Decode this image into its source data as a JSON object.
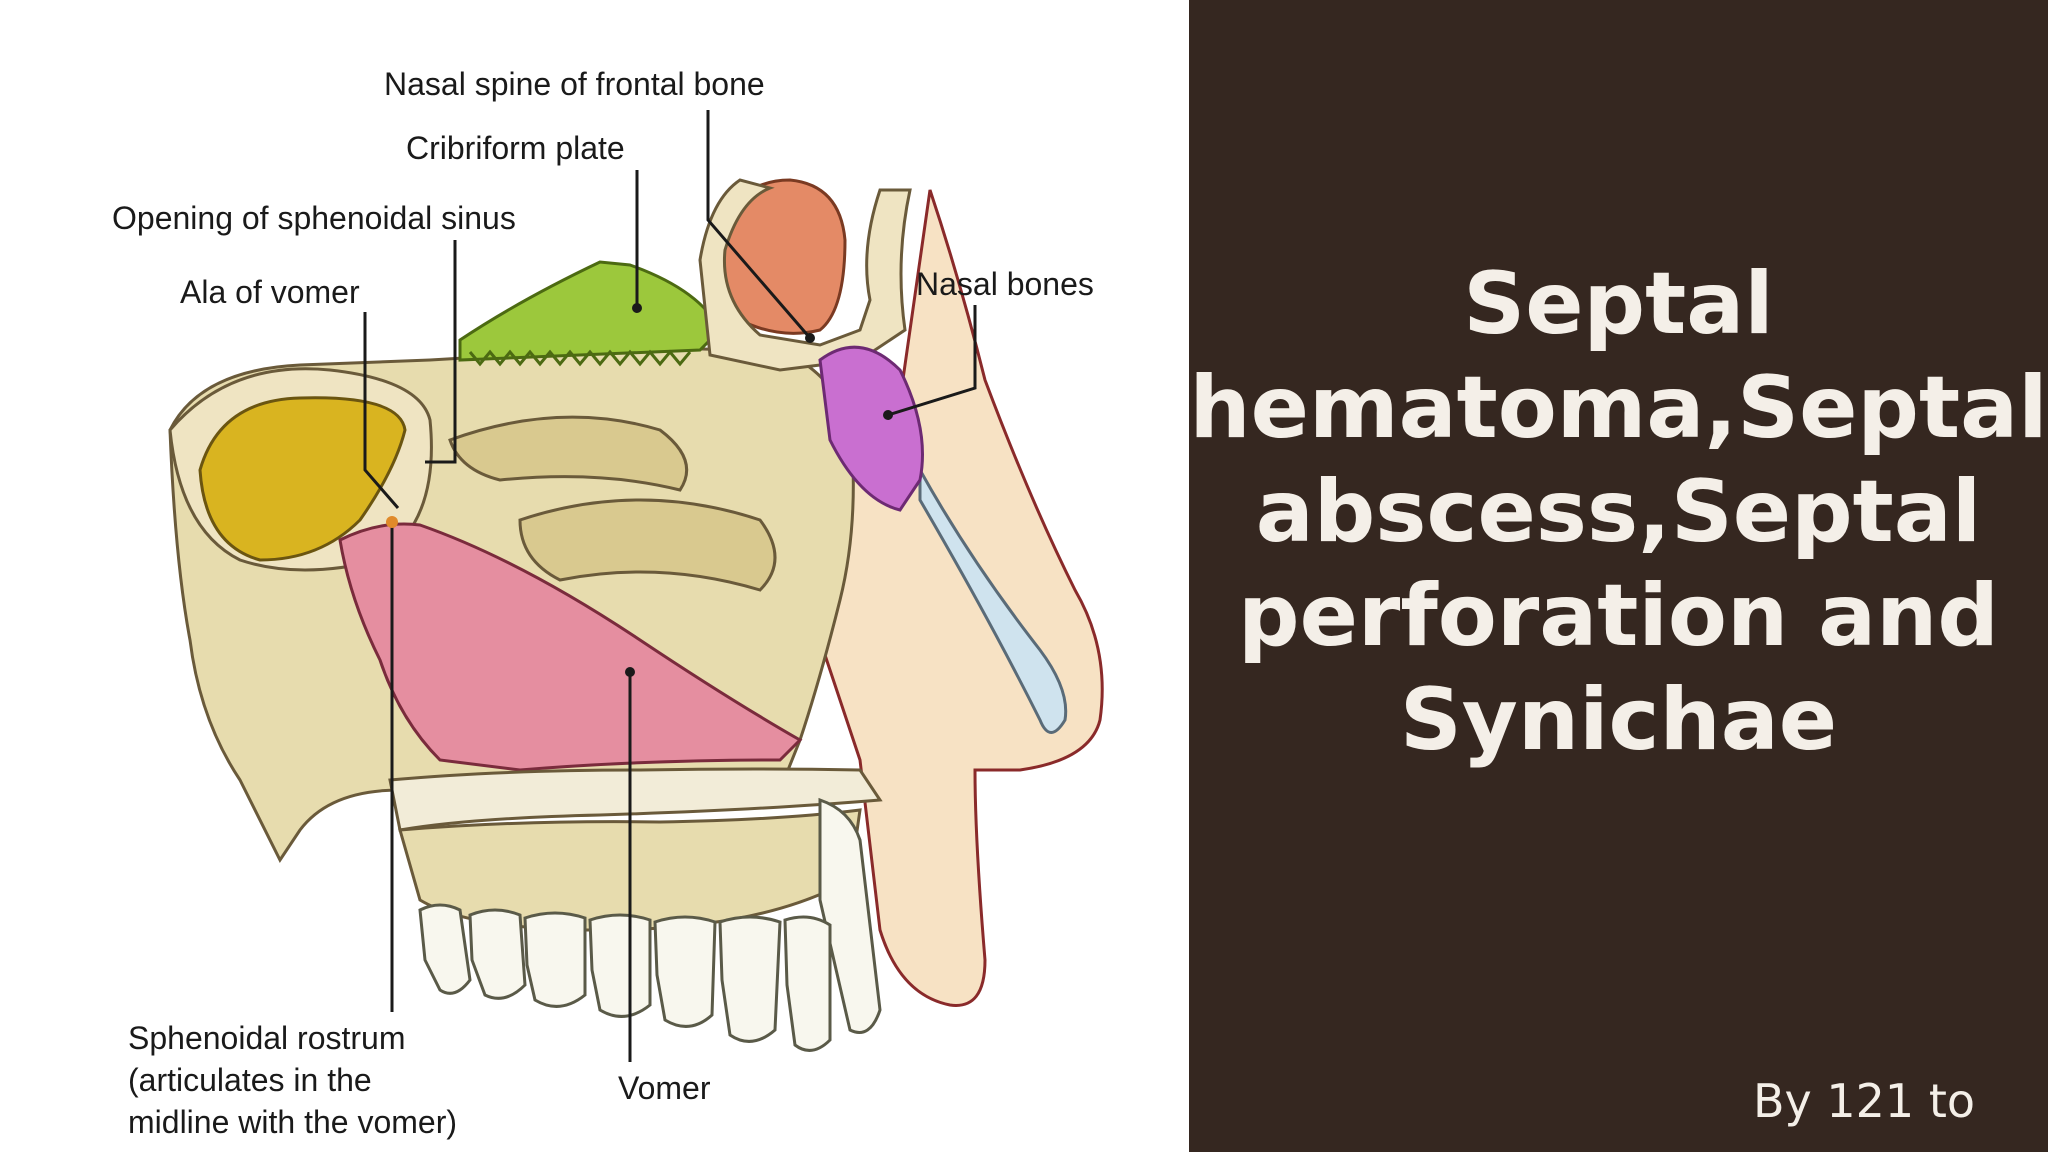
{
  "slide": {
    "title_lines": [
      "Septal",
      "hematoma,Septal",
      "abscess,Septal",
      "perforation and",
      "Synichae"
    ],
    "byline": "By 121 to"
  },
  "figure": {
    "labels": {
      "nasal_spine": "Nasal spine of frontal bone",
      "cribriform": "Cribriform plate",
      "sphenoidal_opening": "Opening of sphenoidal sinus",
      "ala_vomer": "Ala of vomer",
      "nasal_bones": "Nasal bones",
      "sphenoidal_rostrum": [
        "Sphenoidal rostrum",
        "(articulates in the",
        "midline with the vomer)"
      ],
      "vomer": "Vomer"
    }
  },
  "colors": {
    "title_background": "#352720",
    "title_text": "#f4efe8",
    "vomer_pink": "#e58ea0",
    "sinus_yellow": "#d9b420",
    "cribriform_green": "#9cc83c",
    "nasal_bone_violet": "#c96fd0",
    "frontal_sinus_orange": "#e48a66",
    "bone_tan": "#e7dcae",
    "skin": "#f7e2c4"
  }
}
